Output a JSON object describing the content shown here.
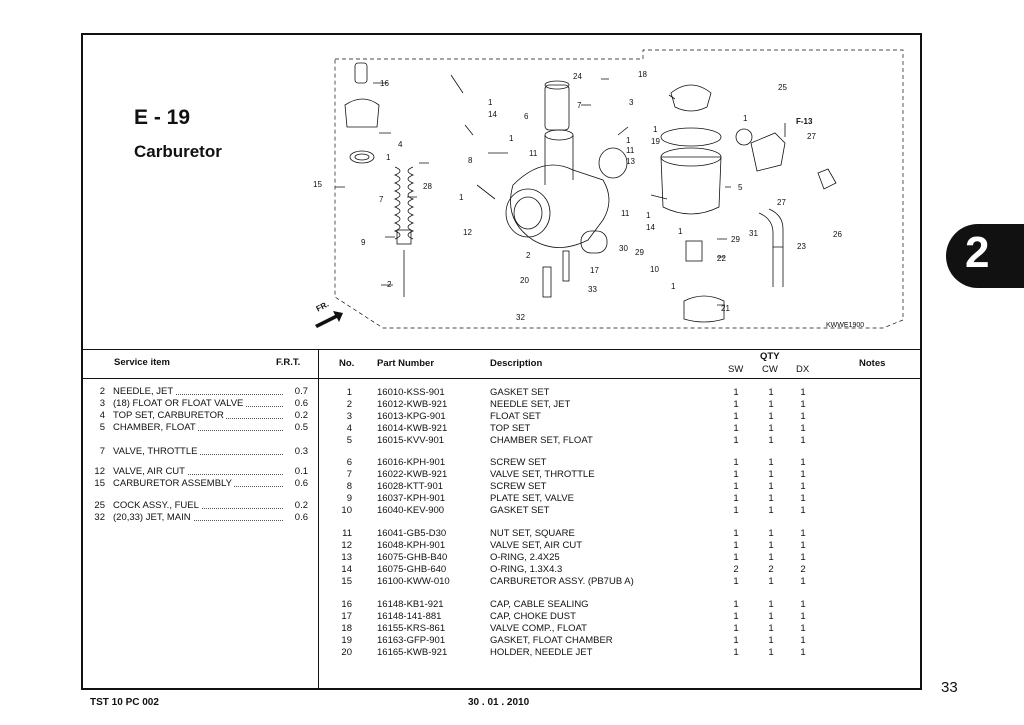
{
  "section": {
    "code": "E - 19",
    "title": "Carburetor"
  },
  "diagram": {
    "code": "KWWE1900",
    "fr_label": "FR.",
    "callouts": [
      "16",
      "24",
      "18",
      "25",
      "1",
      "14",
      "6",
      "7",
      "3",
      "1",
      "F-13",
      "4",
      "1",
      "1",
      "19",
      "27",
      "1",
      "11",
      "13",
      "8",
      "15",
      "28",
      "1",
      "5",
      "27",
      "7",
      "12",
      "11",
      "1",
      "14",
      "26",
      "9",
      "1",
      "29",
      "31",
      "2",
      "30",
      "29",
      "22",
      "23",
      "17",
      "10",
      "2",
      "20",
      "33",
      "21",
      "32"
    ]
  },
  "service_header": {
    "item": "Service item",
    "frt": "F.R.T."
  },
  "service_items": [
    {
      "no": "2",
      "name": "NEEDLE, JET",
      "frt": "0.7"
    },
    {
      "no": "3",
      "name": "(18) FLOAT OR FLOAT VALVE",
      "frt": "0.6"
    },
    {
      "no": "4",
      "name": "TOP SET, CARBURETOR",
      "frt": "0.2"
    },
    {
      "no": "5",
      "name": "CHAMBER, FLOAT",
      "frt": "0.5"
    },
    {
      "no": "7",
      "name": "VALVE, THROTTLE",
      "frt": "0.3"
    },
    {
      "no": "12",
      "name": "VALVE, AIR CUT",
      "frt": "0.1"
    },
    {
      "no": "15",
      "name": "CARBURETOR ASSEMBLY",
      "frt": "0.6"
    },
    {
      "no": "25",
      "name": "COCK ASSY., FUEL",
      "frt": "0.2"
    },
    {
      "no": "32",
      "name": "(20,33) JET, MAIN",
      "frt": "0.6"
    }
  ],
  "parts_header": {
    "no": "No.",
    "part_number": "Part Number",
    "description": "Description",
    "qty": "QTY",
    "sw": "SW",
    "cw": "CW",
    "dx": "DX",
    "notes": "Notes"
  },
  "parts": [
    {
      "no": "1",
      "pn": "16010-KSS-901",
      "desc": "GASKET SET",
      "sw": "1",
      "cw": "1",
      "dx": "1"
    },
    {
      "no": "2",
      "pn": "16012-KWB-921",
      "desc": "NEEDLE SET, JET",
      "sw": "1",
      "cw": "1",
      "dx": "1"
    },
    {
      "no": "3",
      "pn": "16013-KPG-901",
      "desc": "FLOAT SET",
      "sw": "1",
      "cw": "1",
      "dx": "1"
    },
    {
      "no": "4",
      "pn": "16014-KWB-921",
      "desc": "TOP SET",
      "sw": "1",
      "cw": "1",
      "dx": "1"
    },
    {
      "no": "5",
      "pn": "16015-KVV-901",
      "desc": "CHAMBER SET, FLOAT",
      "sw": "1",
      "cw": "1",
      "dx": "1"
    },
    {
      "no": "6",
      "pn": "16016-KPH-901",
      "desc": "SCREW SET",
      "sw": "1",
      "cw": "1",
      "dx": "1"
    },
    {
      "no": "7",
      "pn": "16022-KWB-921",
      "desc": "VALVE SET, THROTTLE",
      "sw": "1",
      "cw": "1",
      "dx": "1"
    },
    {
      "no": "8",
      "pn": "16028-KTT-901",
      "desc": "SCREW SET",
      "sw": "1",
      "cw": "1",
      "dx": "1"
    },
    {
      "no": "9",
      "pn": "16037-KPH-901",
      "desc": "PLATE SET, VALVE",
      "sw": "1",
      "cw": "1",
      "dx": "1"
    },
    {
      "no": "10",
      "pn": "16040-KEV-900",
      "desc": "GASKET SET",
      "sw": "1",
      "cw": "1",
      "dx": "1"
    },
    {
      "no": "11",
      "pn": "16041-GB5-D30",
      "desc": "NUT SET, SQUARE",
      "sw": "1",
      "cw": "1",
      "dx": "1"
    },
    {
      "no": "12",
      "pn": "16048-KPH-901",
      "desc": "VALVE SET, AIR CUT",
      "sw": "1",
      "cw": "1",
      "dx": "1"
    },
    {
      "no": "13",
      "pn": "16075-GHB-B40",
      "desc": "O-RING, 2.4X25",
      "sw": "1",
      "cw": "1",
      "dx": "1"
    },
    {
      "no": "14",
      "pn": "16075-GHB-640",
      "desc": "O-RING, 1.3X4.3",
      "sw": "2",
      "cw": "2",
      "dx": "2"
    },
    {
      "no": "15",
      "pn": "16100-KWW-010",
      "desc": "CARBURETOR ASSY. (PB7UB A)",
      "sw": "1",
      "cw": "1",
      "dx": "1"
    },
    {
      "no": "16",
      "pn": "16148-KB1-921",
      "desc": "CAP, CABLE SEALING",
      "sw": "1",
      "cw": "1",
      "dx": "1"
    },
    {
      "no": "17",
      "pn": "16148-141-881",
      "desc": "CAP, CHOKE DUST",
      "sw": "1",
      "cw": "1",
      "dx": "1"
    },
    {
      "no": "18",
      "pn": "16155-KRS-861",
      "desc": "VALVE COMP., FLOAT",
      "sw": "1",
      "cw": "1",
      "dx": "1"
    },
    {
      "no": "19",
      "pn": "16163-GFP-901",
      "desc": "GASKET, FLOAT CHAMBER",
      "sw": "1",
      "cw": "1",
      "dx": "1"
    },
    {
      "no": "20",
      "pn": "16165-KWB-921",
      "desc": "HOLDER, NEEDLE JET",
      "sw": "1",
      "cw": "1",
      "dx": "1"
    }
  ],
  "chapter_tab": "2",
  "page_number": "33",
  "footer": {
    "doc_code": "TST 10 PC 002",
    "date": "30 . 01 . 2010"
  }
}
